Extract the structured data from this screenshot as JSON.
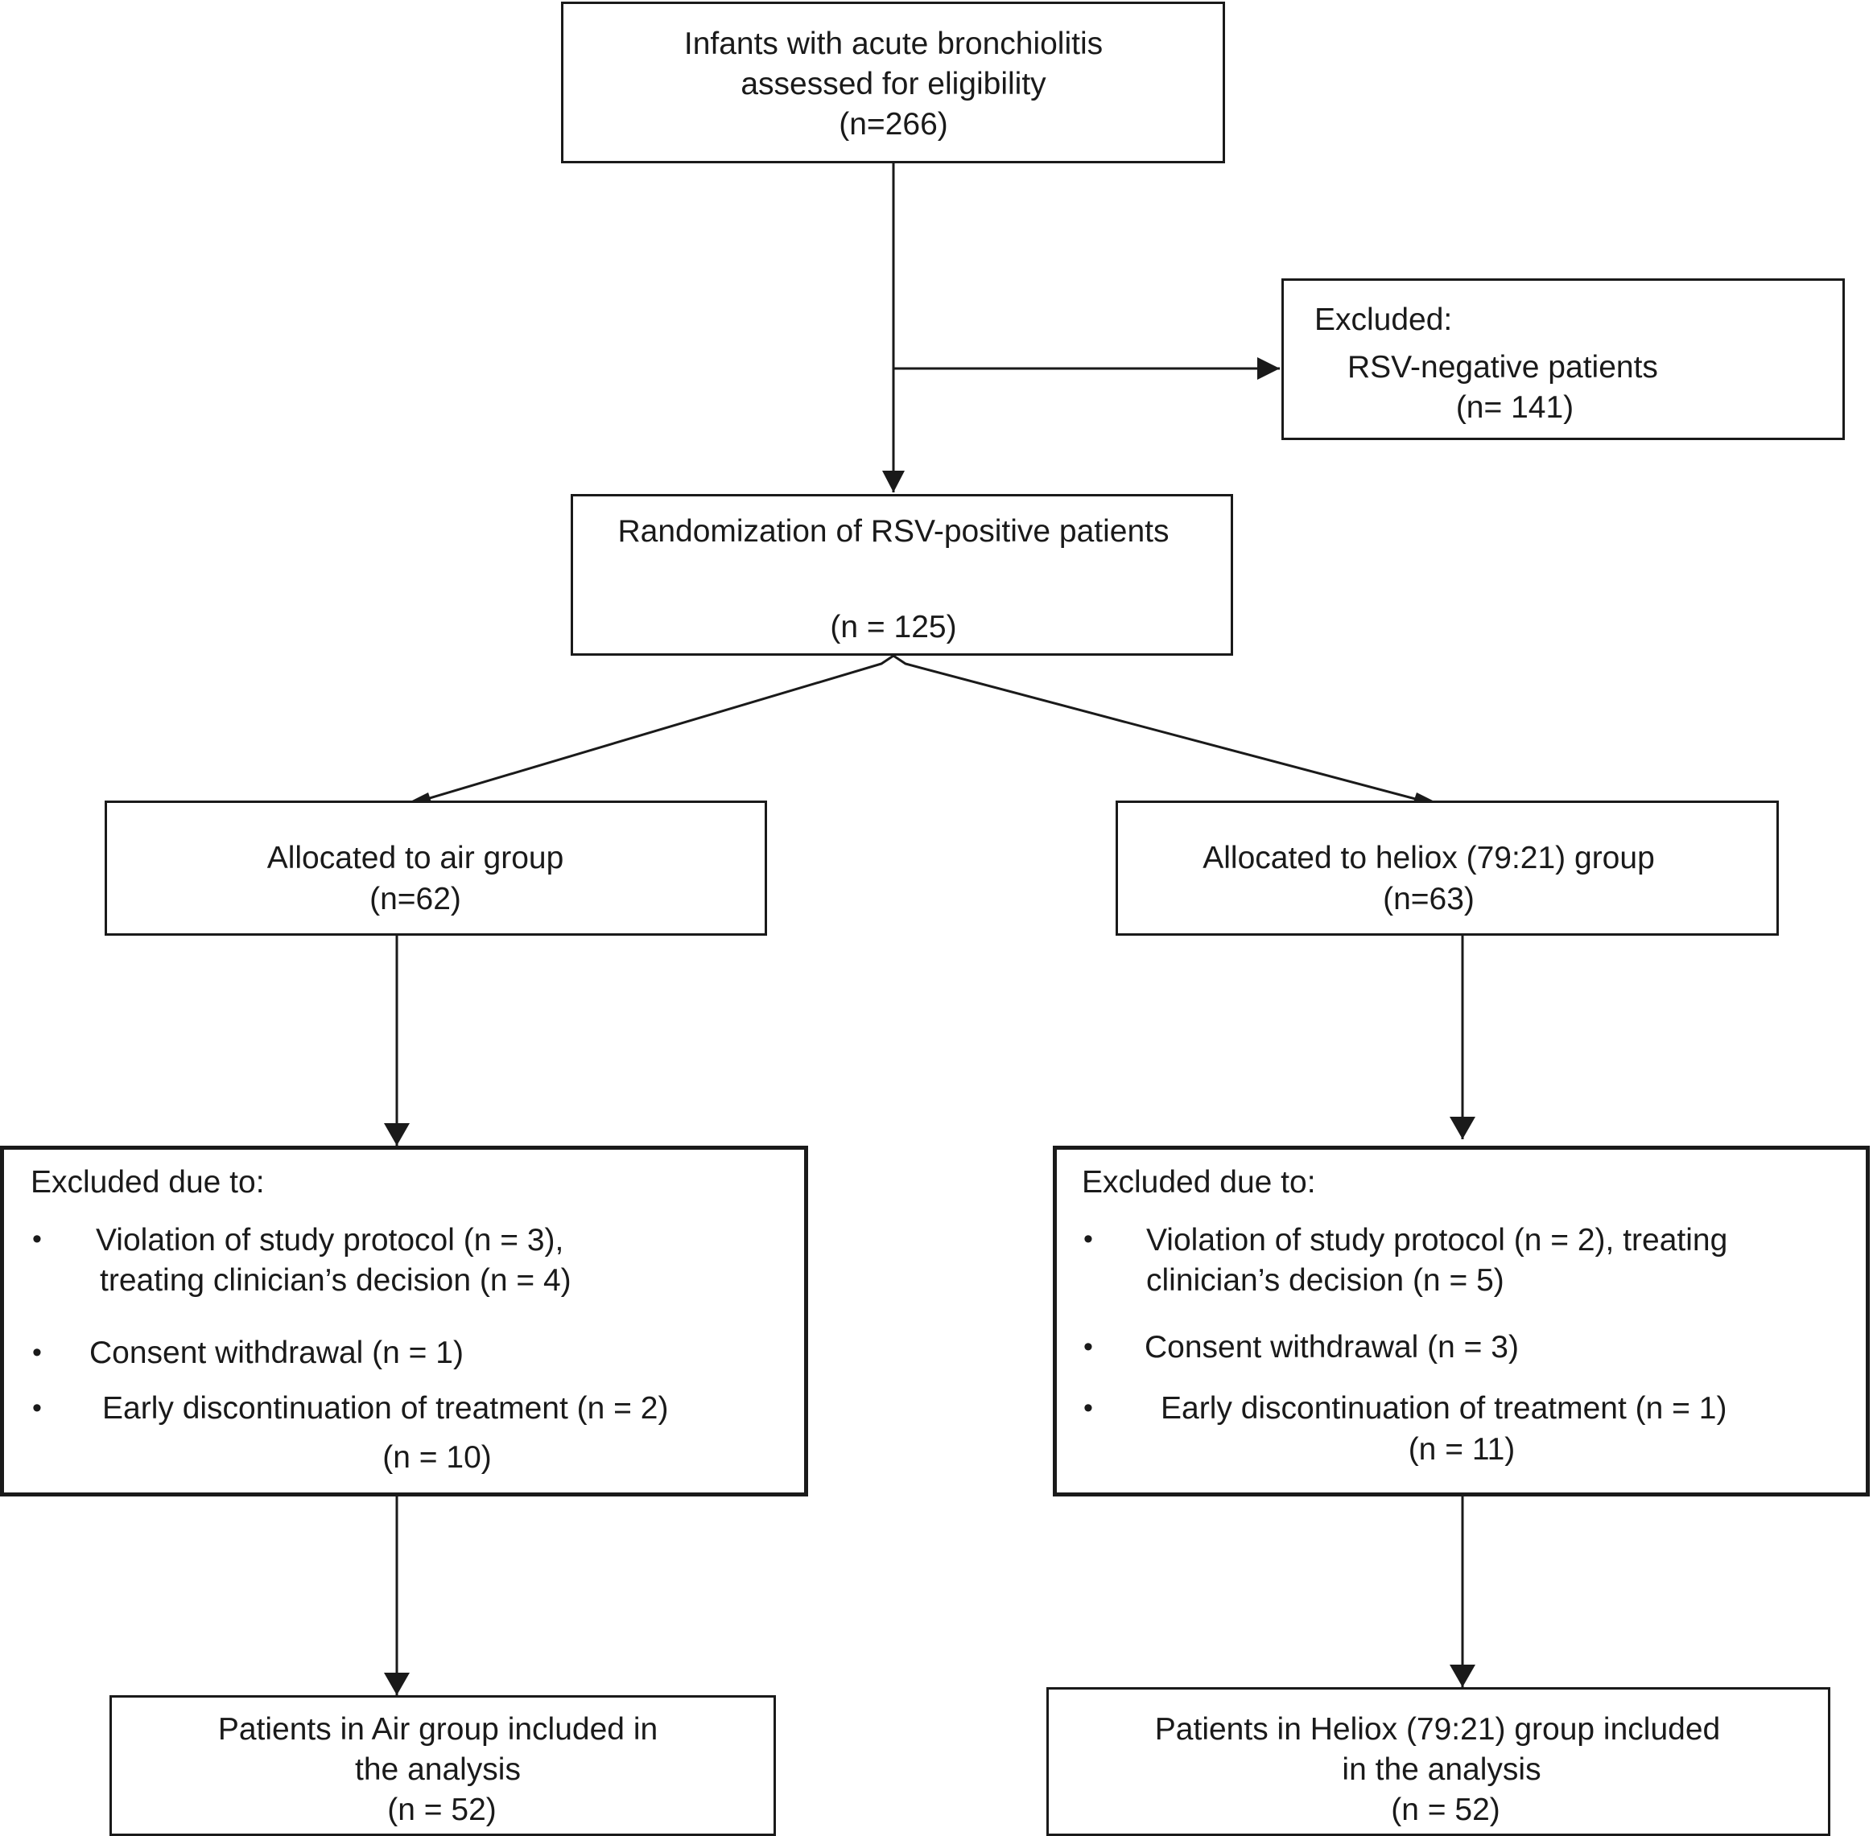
{
  "nodes": {
    "eligibility": {
      "line1": "Infants with acute bronchiolitis",
      "line2": "assessed for eligibility",
      "line3": "(n=266)"
    },
    "excluded_top": {
      "heading": "Excluded:",
      "reason": "RSV-negative patients",
      "count": "(n= 141)"
    },
    "randomization": {
      "label": "Randomization of RSV-positive patients",
      "count": "(n = 125)"
    },
    "air_alloc": {
      "label": "Allocated to air group",
      "count": "(n=62)"
    },
    "heliox_alloc": {
      "label": "Allocated to heliox (79:21) group",
      "count": "(n=63)"
    },
    "air_excluded": {
      "heading": "Excluded due to:",
      "bullet": "•",
      "item1_line1": "Violation of study protocol (n = 3),",
      "item1_line2": "treating clinician’s decision (n = 4)",
      "item2": "Consent withdrawal (n = 1)",
      "item3": "Early discontinuation of treatment (n = 2)",
      "total": "(n = 10)"
    },
    "heliox_excluded": {
      "heading": "Excluded due to:",
      "bullet": "•",
      "item1_line1": "Violation of study protocol (n = 2), treating",
      "item1_line2": "clinician’s decision (n = 5)",
      "item2": "Consent withdrawal (n = 3)",
      "item3": "Early discontinuation of treatment (n = 1)",
      "total": "(n = 11)"
    },
    "air_analysis": {
      "line1": "Patients in Air group included in",
      "line2": "the analysis",
      "count": "(n = 52)"
    },
    "heliox_analysis": {
      "line1": "Patients in Heliox (79:21) group included",
      "line2": "in the analysis",
      "count": "(n = 52)"
    }
  }
}
